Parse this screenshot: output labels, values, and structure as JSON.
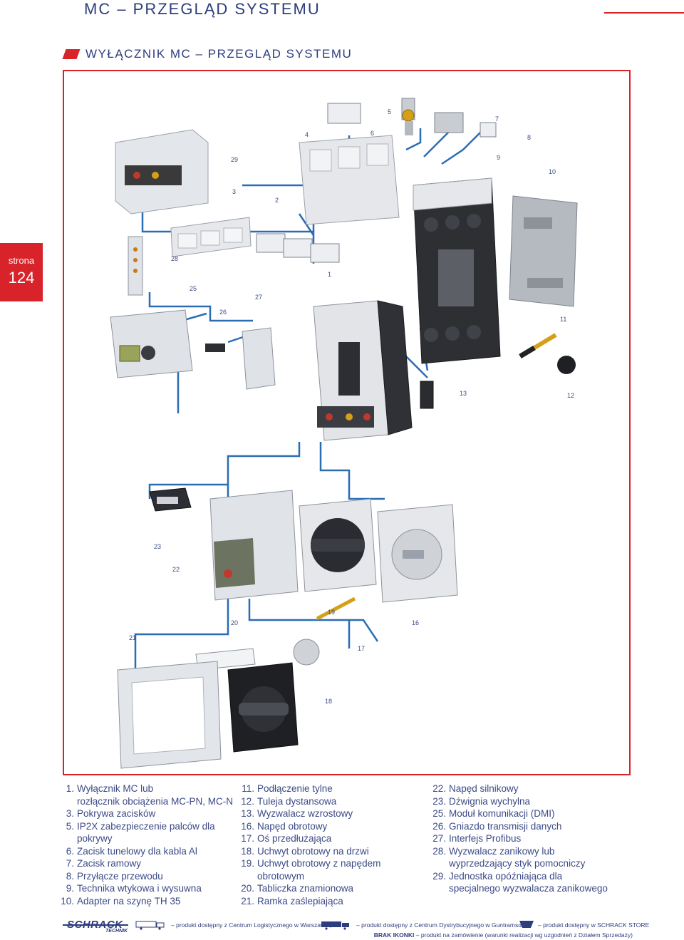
{
  "header": {
    "title": "MC – PRZEGLĄD SYSTEMU",
    "section_title": "WYŁĄCZNIK MC – PRZEGLĄD SYSTEMU"
  },
  "page_tab": {
    "label": "strona",
    "number": "124"
  },
  "figure": {
    "callouts": [
      "1",
      "2",
      "3",
      "4",
      "5",
      "6",
      "7",
      "8",
      "9",
      "10",
      "11",
      "12",
      "13",
      "16",
      "17",
      "18",
      "19",
      "20",
      "21",
      "22",
      "23",
      "25",
      "26",
      "27",
      "28",
      "29"
    ]
  },
  "legend": {
    "col1": [
      {
        "n": "1.",
        "t": "Wyłącznik MC lub"
      },
      {
        "n": "",
        "t": "rozłącznik obciążenia MC-PN, MC-N"
      },
      {
        "n": "3.",
        "t": "Pokrywa zacisków"
      },
      {
        "n": "5.",
        "t": "IP2X zabezpieczenie palców dla"
      },
      {
        "n": "",
        "t": "pokrywy"
      },
      {
        "n": "6.",
        "t": "Zacisk tunelowy dla kabla Al"
      },
      {
        "n": "7.",
        "t": "Zacisk ramowy"
      },
      {
        "n": "8.",
        "t": "Przyłącze przewodu"
      },
      {
        "n": "9.",
        "t": "Technika wtykowa i wysuwna"
      },
      {
        "n": "10.",
        "t": "Adapter na szynę TH 35"
      }
    ],
    "col2": [
      {
        "n": "11.",
        "t": "Podłączenie tylne"
      },
      {
        "n": "12.",
        "t": "Tuleja dystansowa"
      },
      {
        "n": "13.",
        "t": "Wyzwalacz wzrostowy"
      },
      {
        "n": "16.",
        "t": "Napęd obrotowy"
      },
      {
        "n": "17.",
        "t": "Oś przedłużająca"
      },
      {
        "n": "18.",
        "t": "Uchwyt obrotowy na drzwi"
      },
      {
        "n": "19.",
        "t": "Uchwyt obrotowy z napędem"
      },
      {
        "n": "",
        "t": "obrotowym"
      },
      {
        "n": "20.",
        "t": "Tabliczka znamionowa"
      },
      {
        "n": "21.",
        "t": "Ramka zaślepiająca"
      }
    ],
    "col3": [
      {
        "n": "22.",
        "t": "Napęd silnikowy"
      },
      {
        "n": "23.",
        "t": "Dźwignia wychylna"
      },
      {
        "n": "25.",
        "t": "Moduł komunikacji (DMI)"
      },
      {
        "n": "26.",
        "t": "Gniazdo transmisji danych"
      },
      {
        "n": "27.",
        "t": "Interfejs Profibus"
      },
      {
        "n": "28.",
        "t": "Wyzwalacz zanikowy lub"
      },
      {
        "n": "",
        "t": "wyprzedzający styk pomocniczy"
      },
      {
        "n": "29.",
        "t": "Jednostka opóźniająca dla"
      },
      {
        "n": "",
        "t": "specjalnego wyzwalacza zanikowego"
      }
    ]
  },
  "footer": {
    "logo_text": "SCHRACK",
    "logo_sub": "TECHNIK",
    "note1": "– produkt dostępny z Centrum Logistycznego w Warszawie,",
    "note2": "– produkt dostępny z Centrum Dystrybucyjnego w Guntramsdorf,",
    "note3": "– produkt dostępny w SCHRACK STORE",
    "note4_bold": "BRAK IKONKI",
    "note4": "– produkt na zamówienie (warunki realizacji wg uzgodnień z Działem Sprzedaży)"
  },
  "colors": {
    "accent": "#d8232a",
    "brand": "#2e3d7d",
    "connector": "#2a6db5"
  }
}
